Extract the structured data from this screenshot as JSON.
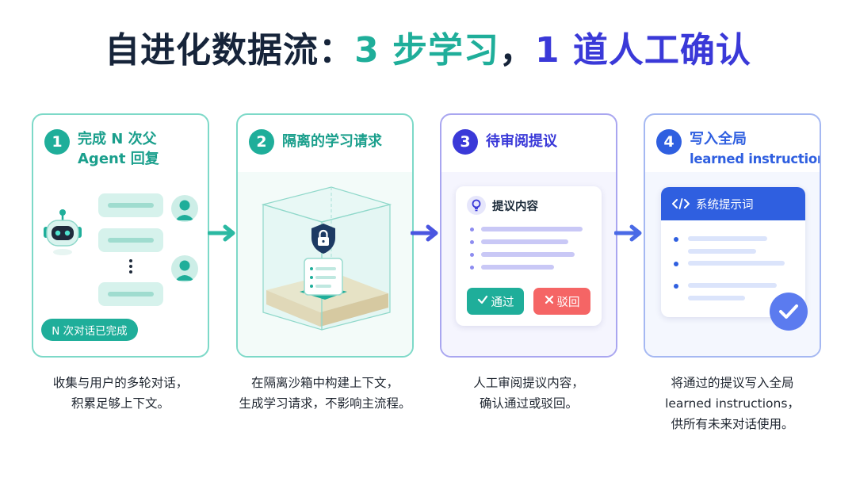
{
  "title": {
    "part1": "自进化数据流：",
    "part2": "3 步学习",
    "part3": "，",
    "part4": "1 道人工确认"
  },
  "steps": [
    {
      "num": "1",
      "title_line1": "完成 N 次父",
      "title_line2": "Agent 回复",
      "badge": "N 次对话已完成",
      "desc_line1": "收集与用户的多轮对话，",
      "desc_line2": "积累足够上下文。"
    },
    {
      "num": "2",
      "title_line1": "隔离的学习请求",
      "desc_line1": "在隔离沙箱中构建上下文，",
      "desc_line2": "生成学习请求，不影响主流程。"
    },
    {
      "num": "3",
      "title_line1": "待审阅提议",
      "card_title": "提议内容",
      "approve": "通过",
      "reject": "驳回",
      "desc_line1": "人工审阅提议内容，",
      "desc_line2": "确认通过或驳回。"
    },
    {
      "num": "4",
      "title_line1": "写入全局",
      "title_line2": "learned instructions",
      "card_title": "系统提示词",
      "desc_line1": "将通过的提议写入全局",
      "desc_line2": "learned instructions，",
      "desc_line3": "供所有未来对话使用。"
    }
  ],
  "icons": {
    "robot": "robot-icon",
    "user": "user-icon",
    "dots": "vertical-dots-icon",
    "box": "sandbox-cube-icon",
    "lock": "shield-lock-icon",
    "bulb": "lightbulb-icon",
    "check": "check-icon",
    "close": "x-icon",
    "code": "code-icon",
    "arrow": "arrow-right-icon",
    "badge_check": "check-circle-icon"
  },
  "colors": {
    "teal": "#1fae9a",
    "indigo": "#3a39d8",
    "blue": "#2f5fe0",
    "red": "#f56565",
    "dark": "#16243a"
  }
}
